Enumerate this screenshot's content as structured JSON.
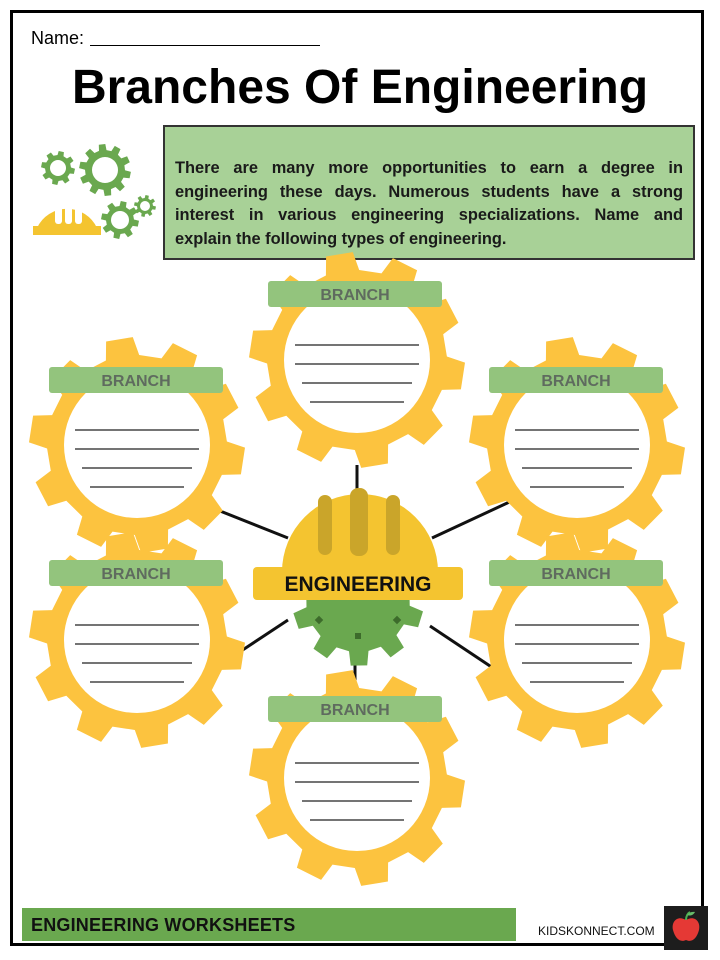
{
  "header": {
    "name_label": "Name:"
  },
  "title": "Branches Of Engineering",
  "intro_text": "There are many more opportunities to earn a degree in engineering these days. Numerous students have a strong interest in various engineering specializations. Name and explain the following types of engineering.",
  "center": {
    "label": "ENGINEERING"
  },
  "branches": [
    {
      "label": "BRANCH"
    },
    {
      "label": "BRANCH"
    },
    {
      "label": "BRANCH"
    },
    {
      "label": "BRANCH"
    },
    {
      "label": "BRANCH"
    },
    {
      "label": "BRANCH"
    }
  ],
  "footer": {
    "text": "ENGINEERING WORKSHEETS",
    "site": "KIDSKONNECT.COM"
  },
  "colors": {
    "gear_yellow": "#fcc33f",
    "label_green": "#93c47d",
    "label_text": "#5f6b5f",
    "center_green": "#6aa84f",
    "helmet_yellow": "#f4c430",
    "footer_green": "#6aa84f",
    "intro_bg": "#a8d197"
  },
  "icons": [
    "gears-helmet-icon",
    "engineering-helmet-icon",
    "apple-icon"
  ]
}
